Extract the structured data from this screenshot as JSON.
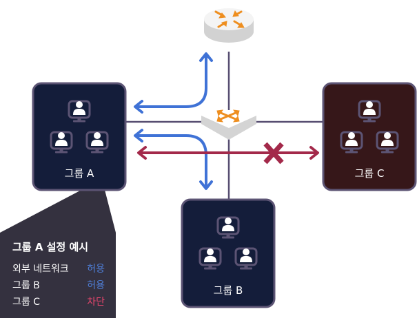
{
  "groups": [
    {
      "id": "A",
      "label": "그룹 A",
      "bg": "#141d3a"
    },
    {
      "id": "B",
      "label": "그룹 B",
      "bg": "#141d3a"
    },
    {
      "id": "C",
      "label": "그룹 C",
      "bg": "#361719"
    }
  ],
  "devices": {
    "router": "router-icon",
    "switch": "switch-icon",
    "computer": "computer-user-icon"
  },
  "connections": [
    {
      "from": "그룹 A",
      "to": "외부 네트워크",
      "status": "allow"
    },
    {
      "from": "그룹 A",
      "to": "그룹 B",
      "status": "allow"
    },
    {
      "from": "그룹 A",
      "to": "그룹 C",
      "status": "deny"
    }
  ],
  "colors": {
    "allow": "#3f72d6",
    "deny": "#a3294a",
    "line": "#574e71",
    "device_orange": "#ee8e1f",
    "device_gray": "#d4d4d4"
  },
  "callout": {
    "title": "그룹 A 설정 예시",
    "rows": [
      {
        "label": "외부 네트워크",
        "value": "허용",
        "status": "allow"
      },
      {
        "label": "그룹 B",
        "value": "허용",
        "status": "allow"
      },
      {
        "label": "그룹 C",
        "value": "차단",
        "status": "deny"
      }
    ]
  }
}
